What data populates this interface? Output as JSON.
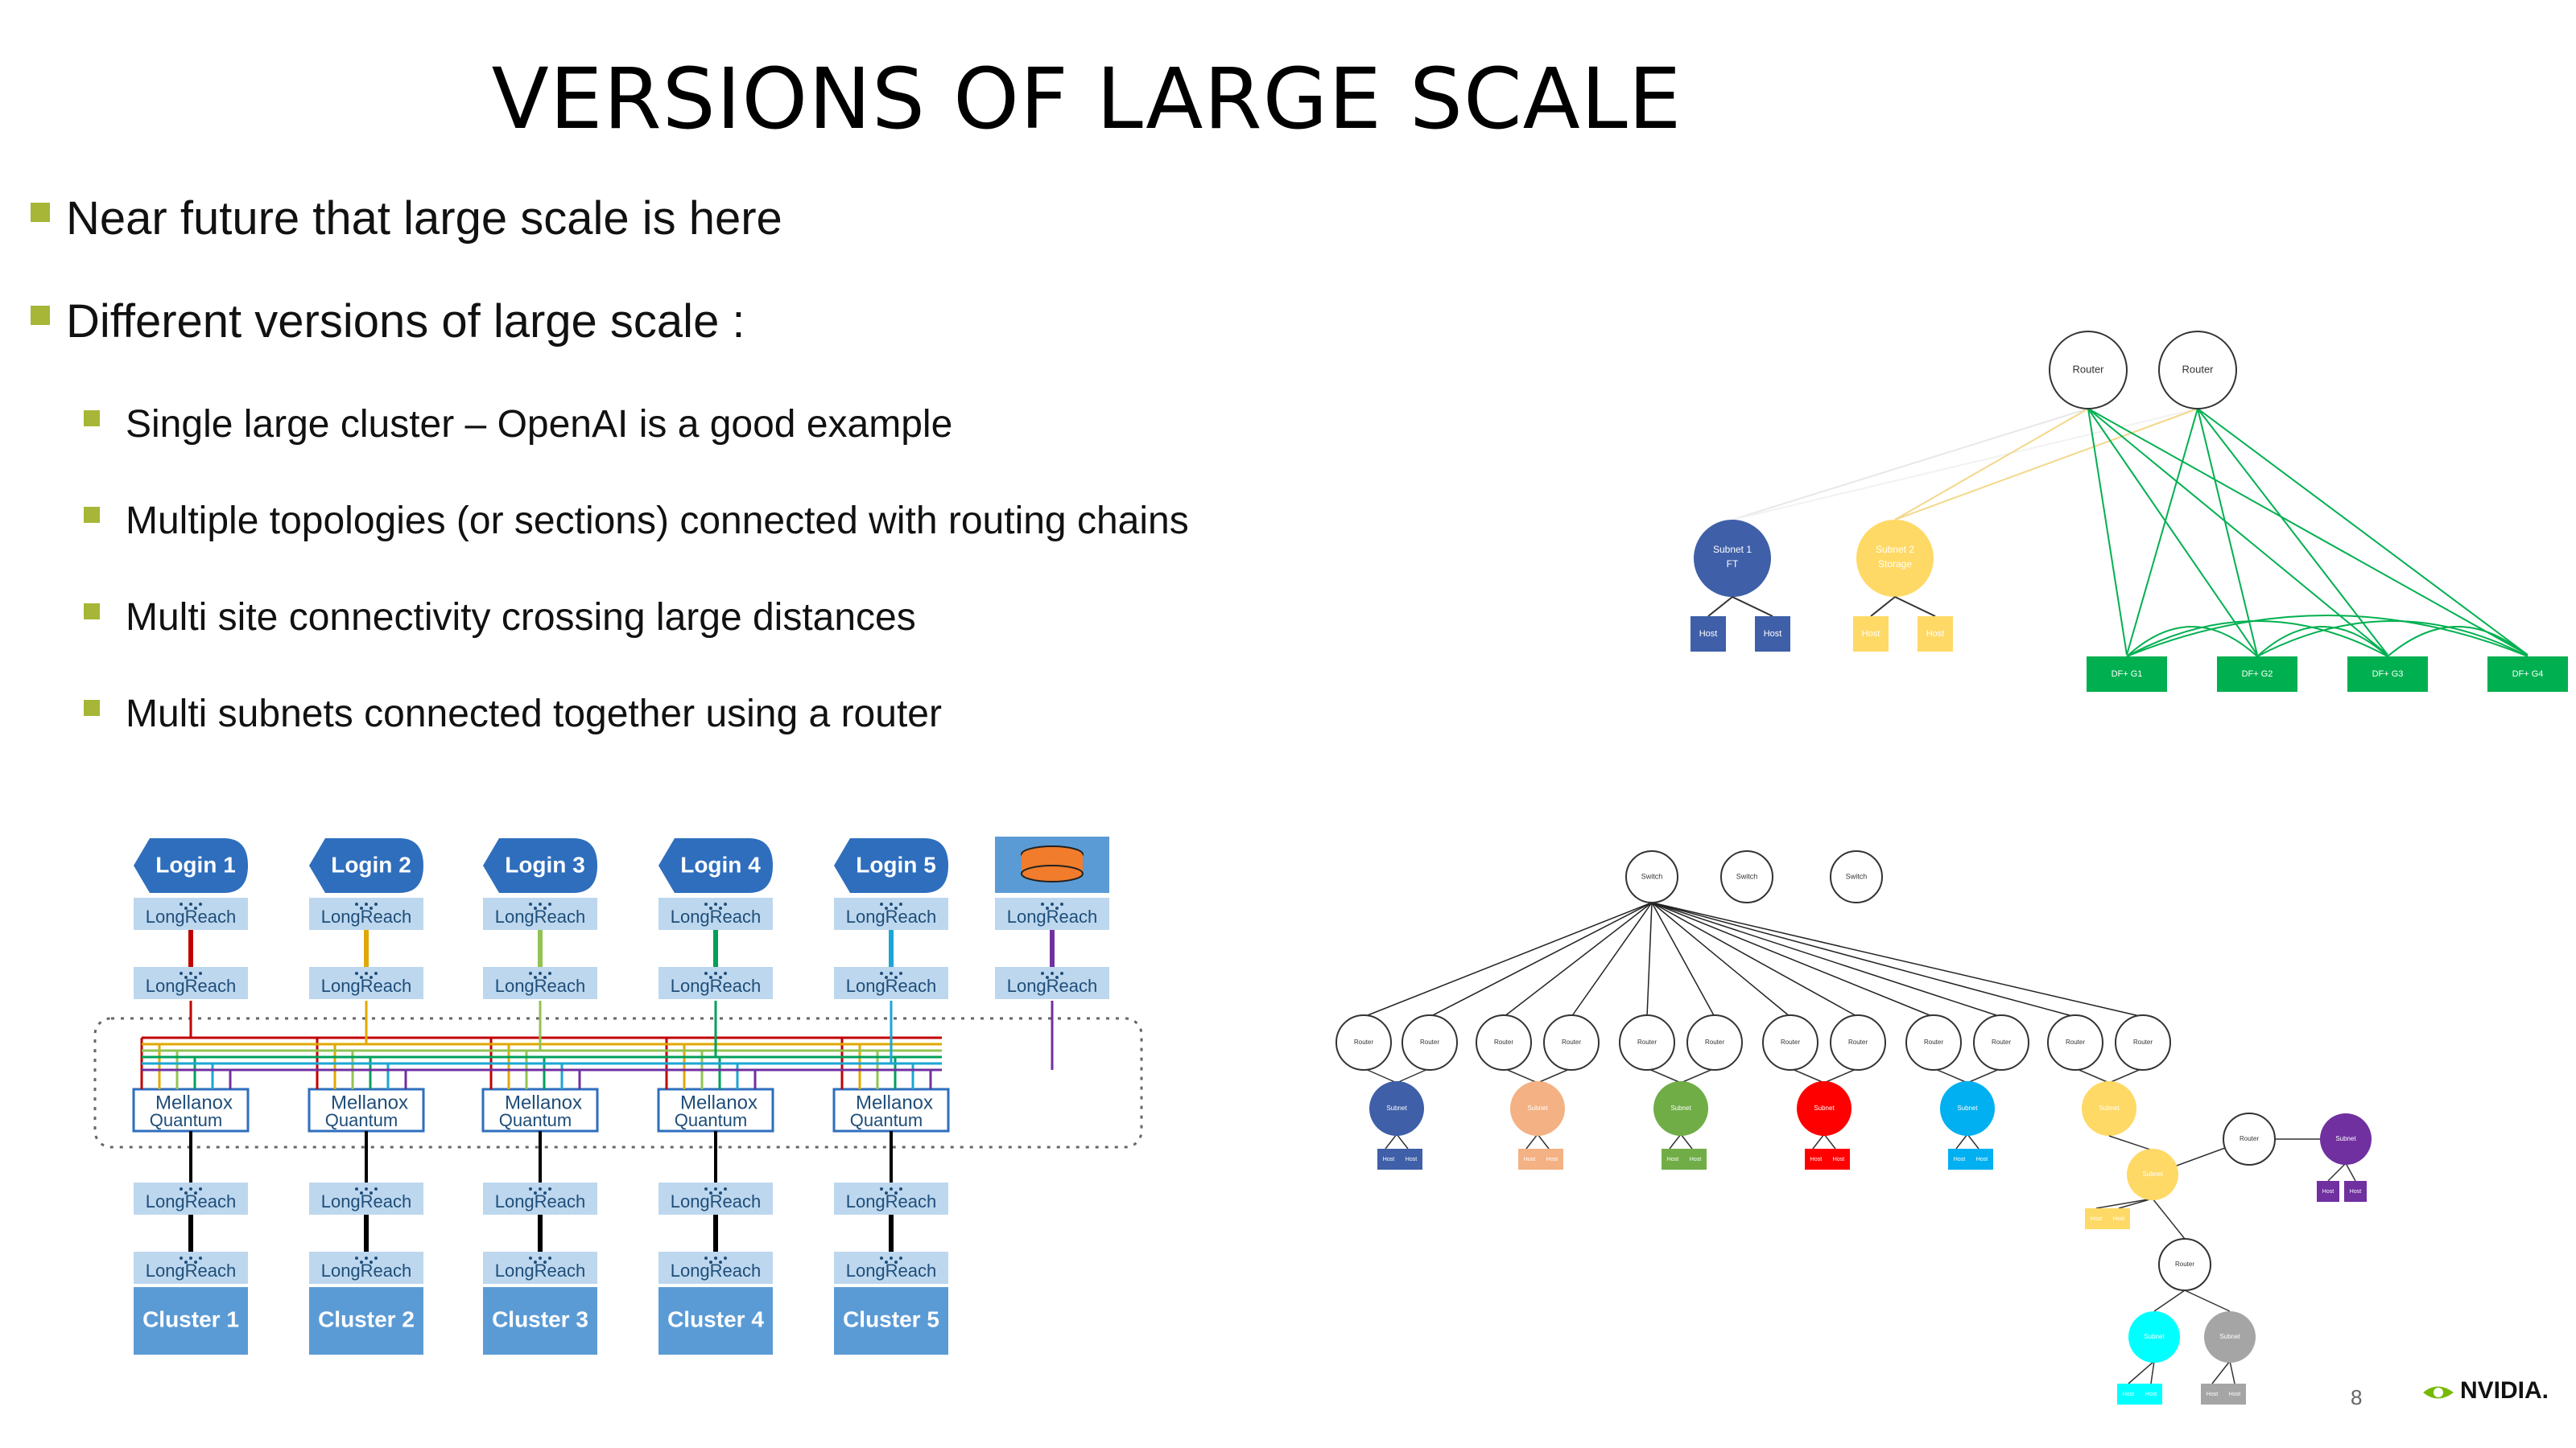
{
  "slide": {
    "title": "VERSIONS OF LARGE SCALE",
    "bullets": [
      "Near future that large scale is here",
      "Different versions of large scale :"
    ],
    "sub_bullets": [
      "Single large cluster – OpenAI is a good example",
      "Multiple topologies (or sections) connected with routing chains",
      "Multi site connectivity crossing large distances",
      "Multi subnets connected together using a router"
    ],
    "page_number": "8",
    "brand": "NVIDIA."
  },
  "colors": {
    "bullet": "#a7b637",
    "login_blue": "#2e6ebd",
    "cluster_blue": "#5b9bd5",
    "longreach_bg": "#bdd7ee",
    "link_colors": [
      "#c00000",
      "#e0a800",
      "#92c353",
      "#00a05a",
      "#1ba6d6",
      "#7030a0"
    ]
  },
  "longreach_diagram": {
    "logins": [
      "Login 1",
      "Login 2",
      "Login 3",
      "Login 4",
      "Login 5"
    ],
    "longreach_label": "LongReach",
    "switch_brand": "Mellanox",
    "switch_product": "Quantum",
    "clusters": [
      "Cluster 1",
      "Cluster 2",
      "Cluster 3",
      "Cluster 4",
      "Cluster 5"
    ],
    "storage_icon": "database-icon"
  },
  "router_subnet_diagram": {
    "routers": [
      "Router",
      "Router"
    ],
    "subnets": [
      {
        "name": "Subnet 1",
        "sub": "FT",
        "color": "#3f5fa8",
        "hosts": [
          "Host",
          "Host"
        ]
      },
      {
        "name": "Subnet 2",
        "sub": "Storage",
        "color": "#ffd966",
        "hosts": [
          "Host",
          "Host"
        ]
      }
    ],
    "dragonfly_groups": [
      "DF+ G1",
      "DF+ G2",
      "DF+ G3",
      "DF+ G4"
    ],
    "dragonfly_color": "#00b050"
  },
  "switch_tree_diagram": {
    "switches": [
      "Switch",
      "Switch",
      "Switch"
    ],
    "router_label": "Router",
    "subnet_label": "Subnet",
    "host_label": "Host",
    "subnet_colors": [
      "#3f5fa8",
      "#f4b183",
      "#70ad47",
      "#ff0000",
      "#00b0f0",
      "#ffd966"
    ],
    "extra_subnet_colors": [
      "#ffd966",
      "#7030a0",
      "#00ffff",
      "#a5a5a5"
    ]
  }
}
